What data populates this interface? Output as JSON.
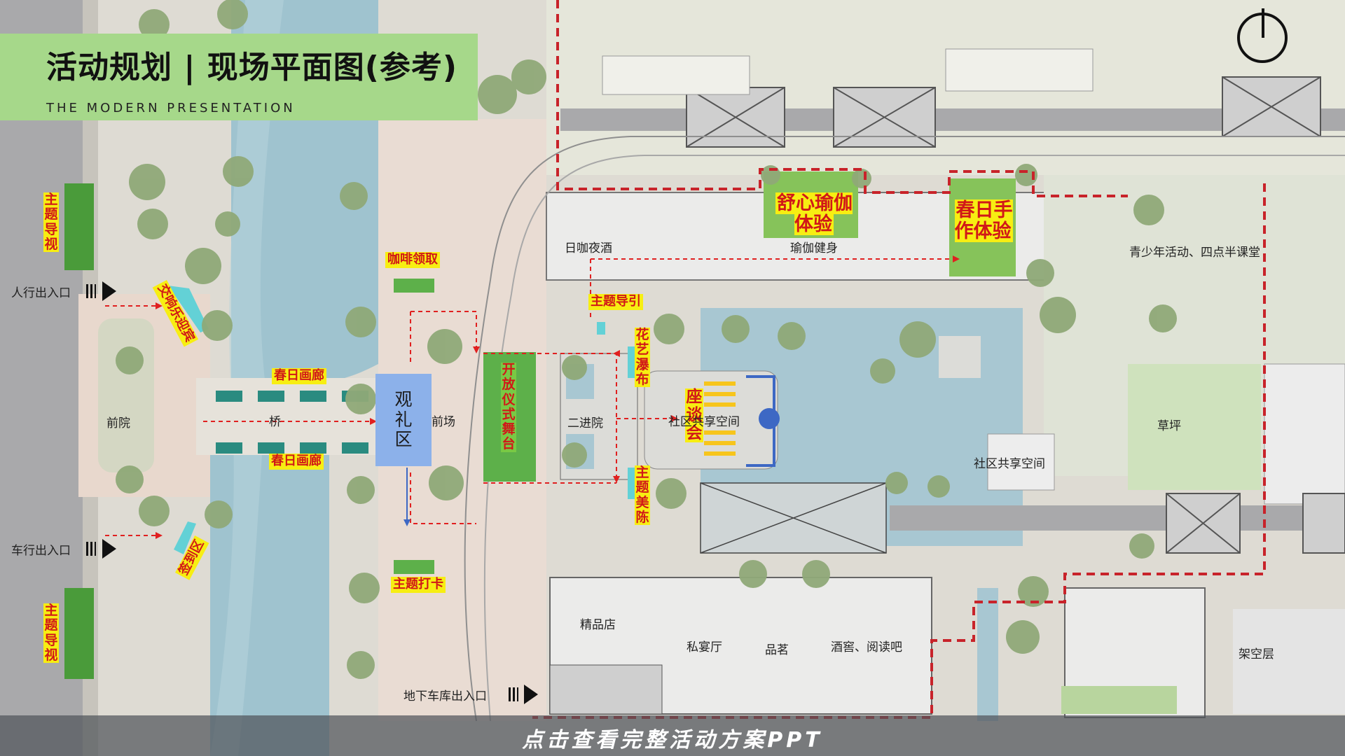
{
  "header": {
    "title": "活动规划 | 现场平面图(参考)",
    "subtitle": "THE MODERN PRESENTATION"
  },
  "tags": {
    "theme_guide_top": "主题导视",
    "theme_guide_bottom": "主题导视",
    "symphony": "交响乐迎宾",
    "signin": "签到区",
    "gallery_top": "春日画廊",
    "gallery_bottom": "春日画廊",
    "coffee": "咖啡领取",
    "photo": "主题打卡",
    "open_stage": "开放仪式舞台",
    "theme_guidance": "主题导引",
    "flower_waterfall": "花艺瀑布",
    "theme_display": "主题美陈",
    "forum": "座谈会",
    "yoga": "舒心瑜伽体验",
    "craft": "春日手作体验"
  },
  "zones": {
    "ceremony_area": "观礼区"
  },
  "labels": {
    "pedestrian_entry": "人行出入口",
    "vehicle_entry": "车行出入口",
    "garage_entry": "地下车库出入口",
    "front_court": "前院",
    "bridge": "桥",
    "front_plaza": "前场",
    "second_court": "二进院",
    "community_space_inner": "社区共享空间",
    "community_space": "社区共享空间",
    "lawn": "草坪",
    "youth": "青少年活动、四点半课堂",
    "cafe": "日咖夜酒",
    "yoga_gym": "瑜伽健身",
    "boutique": "精品店",
    "private_dining": "私宴厅",
    "tea": "品茗",
    "wine_reading": "酒窖、阅读吧",
    "open_floor": "架空层"
  },
  "footer": {
    "cta": "点击查看完整活动方案PPT"
  },
  "colors": {
    "title_panel": "#a6d88a",
    "tag_bg": "#f7ee12",
    "tag_text": "#d11818",
    "stage_green": "#79c944",
    "ceremony_blue": "#8cb1ea",
    "water": "#9fc3cf",
    "route": "#e02020"
  },
  "icons": {
    "compass": "north-compass-icon",
    "entry": "entry-arrow-icon"
  }
}
